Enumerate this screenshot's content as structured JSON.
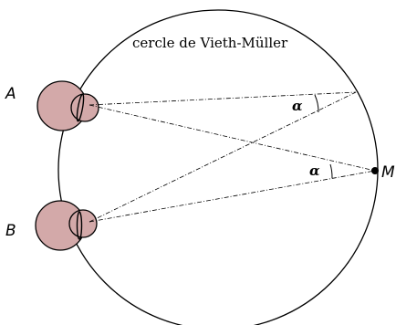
{
  "circle_label": "cercle de Vieth-Müller",
  "points": {
    "eye_a": "A",
    "eye_b": "B",
    "fixation": "M"
  },
  "angles": {
    "upper": "α",
    "lower": "α"
  },
  "colors": {
    "eye_fill": "#d3a9a9",
    "stroke": "#000000"
  }
}
